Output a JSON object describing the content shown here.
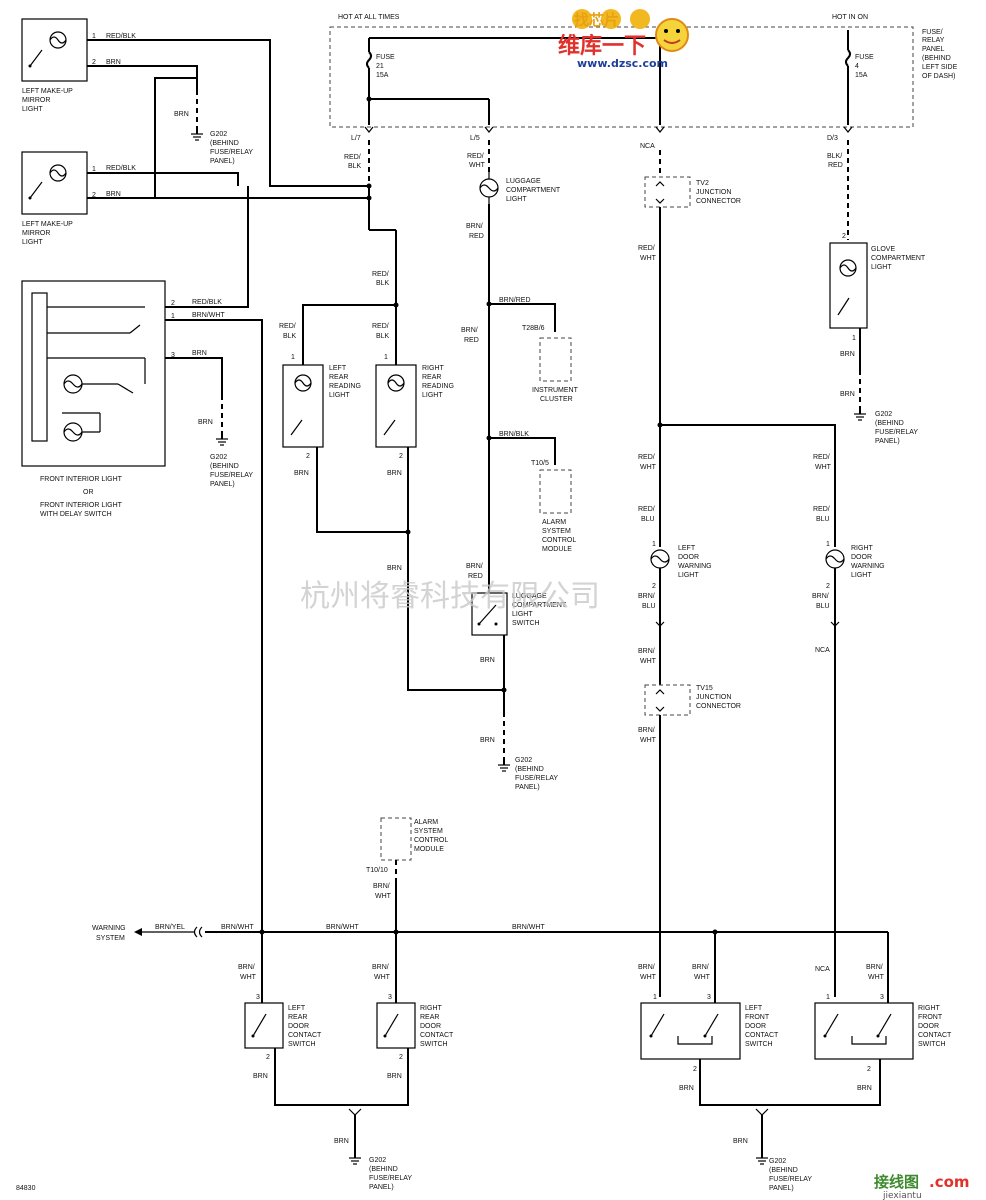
{
  "header": {
    "hot_at_all_times": "HOT AT ALL TIMES",
    "hot_in_on": "HOT IN ON",
    "fuse_panel": [
      "FUSE/",
      "RELAY",
      "PANEL",
      "(BEHIND",
      "LEFT SIDE",
      "OF DASH)"
    ]
  },
  "fuses": [
    {
      "name": "FUSE",
      "num": "21",
      "amp": "15A"
    },
    {
      "name": "FUSE",
      "num": "4",
      "amp": "15A"
    }
  ],
  "terminals": {
    "l7": "L/7",
    "l5": "L/5",
    "nca": "NCA",
    "d3": "D/3"
  },
  "wires": {
    "red_blk": "RED/BLK",
    "red_blk_split": [
      "RED/",
      "BLK"
    ],
    "red_wht_split": [
      "RED/",
      "WHT"
    ],
    "brn_red_split": [
      "BRN/",
      "RED"
    ],
    "blk_red_split": [
      "BLK/",
      "RED"
    ],
    "red_blu_split": [
      "RED/",
      "BLU"
    ],
    "brn_blu_split": [
      "BRN/",
      "BLU"
    ],
    "brn_wht_split": [
      "BRN/",
      "WHT"
    ],
    "brn": "BRN",
    "brn_wht": "BRN/WHT",
    "brn_red": "BRN/RED",
    "brn_blk": "BRN/BLK",
    "brn_yel": "BRN/YEL",
    "nca": "NCA"
  },
  "ground": {
    "name": "G202",
    "desc": [
      "(BEHIND",
      "FUSE/RELAY",
      "PANEL)"
    ]
  },
  "components": {
    "mirror1": [
      "LEFT MAKE-UP",
      "MIRROR",
      "LIGHT"
    ],
    "mirror2": [
      "LEFT MAKE-UP",
      "MIRROR",
      "LIGHT"
    ],
    "front_interior": [
      "FRONT INTERIOR LIGHT",
      "OR",
      "FRONT INTERIOR LIGHT",
      "WITH DELAY SWITCH"
    ],
    "left_rear_reading": [
      "LEFT",
      "REAR",
      "READING",
      "LIGHT"
    ],
    "right_rear_reading": [
      "RIGHT",
      "REAR",
      "READING",
      "LIGHT"
    ],
    "luggage_light": [
      "LUGGAGE",
      "COMPARTMENT",
      "LIGHT"
    ],
    "instrument_cluster": [
      "INSTRUMENT",
      "CLUSTER"
    ],
    "alarm1": [
      "ALARM",
      "SYSTEM",
      "CONTROL",
      "MODULE"
    ],
    "luggage_switch": [
      "LUGGAGE",
      "COMPARTMENT",
      "LIGHT",
      "SWITCH"
    ],
    "alarm2": [
      "ALARM",
      "SYSTEM",
      "CONTROL",
      "MODULE"
    ],
    "tv2": [
      "TV2",
      "JUNCTION",
      "CONNECTOR"
    ],
    "tv15": [
      "TV15",
      "JUNCTION",
      "CONNECTOR"
    ],
    "left_door_warning": [
      "LEFT",
      "DOOR",
      "WARNING",
      "LIGHT"
    ],
    "right_door_warning": [
      "RIGHT",
      "DOOR",
      "WARNING",
      "LIGHT"
    ],
    "glove": [
      "GLOVE",
      "COMPARTMENT",
      "LIGHT"
    ],
    "left_rear_door": [
      "LEFT",
      "REAR",
      "DOOR",
      "CONTACT",
      "SWITCH"
    ],
    "right_rear_door": [
      "RIGHT",
      "REAR",
      "DOOR",
      "CONTACT",
      "SWITCH"
    ],
    "left_front_door": [
      "LEFT",
      "FRONT",
      "DOOR",
      "CONTACT",
      "SWITCH"
    ],
    "right_front_door": [
      "RIGHT",
      "FRONT",
      "DOOR",
      "CONTACT",
      "SWITCH"
    ]
  },
  "connectors": {
    "t28b6": "T28B/6",
    "t10_5": "T10/5",
    "t10_10": "T10/10"
  },
  "warning_system": [
    "WARNING",
    "SYSTEM"
  ],
  "pins": {
    "p1": "1",
    "p2": "2",
    "p3": "3"
  },
  "diagram_id": "84830",
  "watermarks": {
    "chinese_company": "杭州将睿科技有限公司",
    "logo_cn": "维库一下",
    "logo_url": "www.dzsc.com",
    "logo_top": "找芯片",
    "corner_cn": "接线图",
    "corner_dot": ".com",
    "corner_url": "jiexiantu"
  }
}
